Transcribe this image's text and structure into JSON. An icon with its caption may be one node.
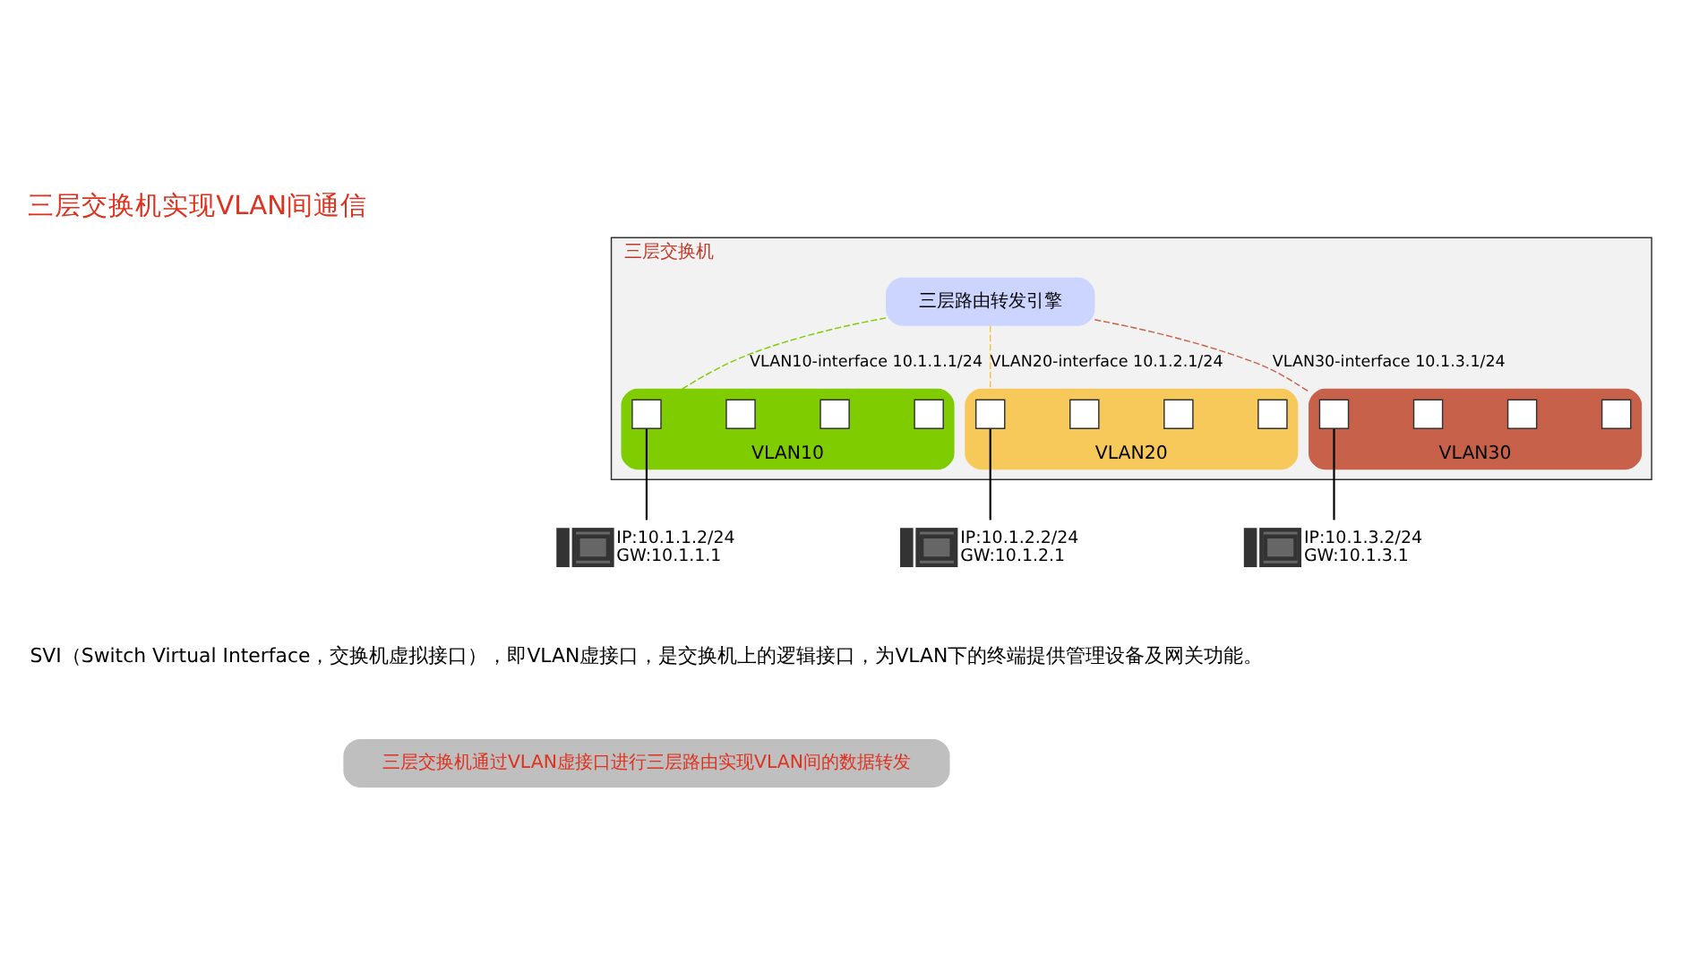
{
  "diagram": {
    "title": "三层交换机实现VLAN间通信",
    "nodes": [
      {
        "text": [
          "三层交换机"
        ]
      },
      {
        "text": [
          "三层路由转发引擎"
        ],
        "in": 0
      },
      {
        "text": [
          "VLAN10"
        ],
        "in": 0
      },
      {
        "text": [],
        "shape": "box",
        "in": 2
      },
      {
        "text": [],
        "shape": "box",
        "in": 2
      },
      {
        "text": [],
        "shape": "box",
        "in": 2
      },
      {
        "text": [],
        "shape": "box",
        "in": 2
      },
      {
        "text": [
          "VLAN20"
        ],
        "in": 0
      },
      {
        "text": [],
        "shape": "box",
        "in": 7
      },
      {
        "text": [],
        "shape": "box",
        "in": 7
      },
      {
        "text": [],
        "shape": "box",
        "in": 7
      },
      {
        "text": [],
        "shape": "box",
        "in": 7
      },
      {
        "text": [
          "VLAN30"
        ],
        "in": 0
      },
      {
        "text": [],
        "shape": "box",
        "in": 12
      },
      {
        "text": [],
        "shape": "box",
        "in": 12
      },
      {
        "text": [],
        "shape": "box",
        "in": 12
      },
      {
        "text": [],
        "shape": "box",
        "in": 12
      },
      {
        "text": [],
        "shape": "computer",
        "beside": [
          "IP:10.1.1.2/24",
          "GW:10.1.1.1"
        ]
      },
      {
        "text": [],
        "shape": "computer",
        "beside": [
          "IP:10.1.2.2/24",
          "GW:10.1.2.1"
        ]
      },
      {
        "text": [],
        "shape": "computer",
        "beside": [
          "IP:10.1.3.2/24",
          "GW:10.1.3.1"
        ]
      },
      {
        "text": [
          "三层交换机通过VLAN虚接口进行三层路由实现VLAN间的数据转发"
        ]
      }
    ],
    "edges": [
      {
        "from": 1,
        "to": 2,
        "arrow": "none",
        "label": "VLAN10-interface 10.1.1.1/24",
        "style": "dashed",
        "color": "#7fcc00"
      },
      {
        "from": 1,
        "to": 7,
        "arrow": "none",
        "label": "VLAN20-interface 10.1.2.1/24",
        "style": "dashed",
        "color": "#f5c242"
      },
      {
        "from": 1,
        "to": 12,
        "arrow": "none",
        "label": "VLAN30-interface 10.1.3.1/24",
        "style": "dashed",
        "color": "#c8614a"
      },
      {
        "from": 3,
        "to": 17,
        "arrow": "none"
      },
      {
        "from": 8,
        "to": 18,
        "arrow": "none"
      },
      {
        "from": 13,
        "to": 19,
        "arrow": "none"
      }
    ],
    "labels": [
      "SVI（Switch Virtual Interface，交换机虚拟接口），即VLAN虚接口，是交换机上的逻辑接口，为VLAN下的终端提供管理设备及网关功能。"
    ]
  }
}
